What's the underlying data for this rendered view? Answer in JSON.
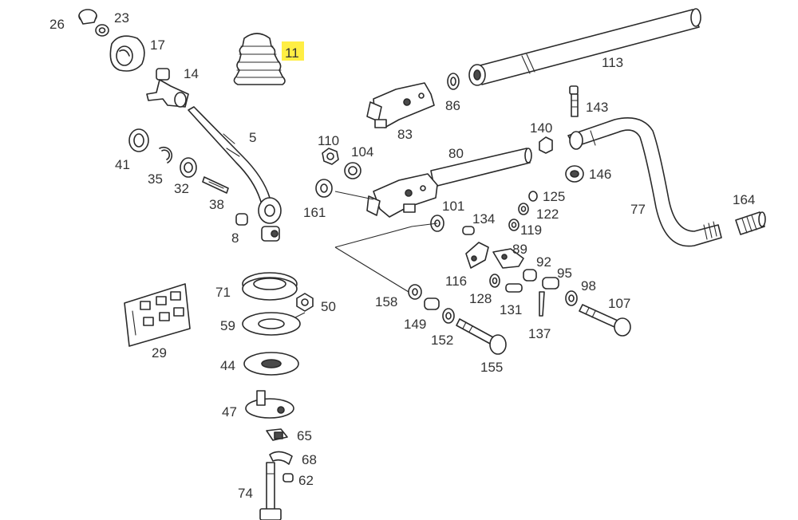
{
  "highlight_color": "#ffee44",
  "labels": {
    "l26": "26",
    "l23": "23",
    "l17": "17",
    "l14": "14",
    "l11": "11",
    "l5": "5",
    "l41": "41",
    "l35": "35",
    "l32": "32",
    "l38": "38",
    "l8": "8",
    "l113": "113",
    "l86": "86",
    "l83": "83",
    "l143": "143",
    "l140": "140",
    "l110": "110",
    "l104": "104",
    "l80": "80",
    "l146": "146",
    "l125": "125",
    "l161": "161",
    "l101": "101",
    "l134": "134",
    "l122": "122",
    "l77": "77",
    "l164": "164",
    "l119": "119",
    "l89": "89",
    "l92": "92",
    "l116": "116",
    "l95": "95",
    "l98": "98",
    "l71": "71",
    "l50": "50",
    "l158": "158",
    "l128": "128",
    "l131": "131",
    "l107": "107",
    "l59": "59",
    "l149": "149",
    "l152": "152",
    "l137": "137",
    "l29": "29",
    "l44": "44",
    "l155": "155",
    "l47": "47",
    "l65": "65",
    "l68": "68",
    "l62": "62",
    "l74": "74"
  }
}
